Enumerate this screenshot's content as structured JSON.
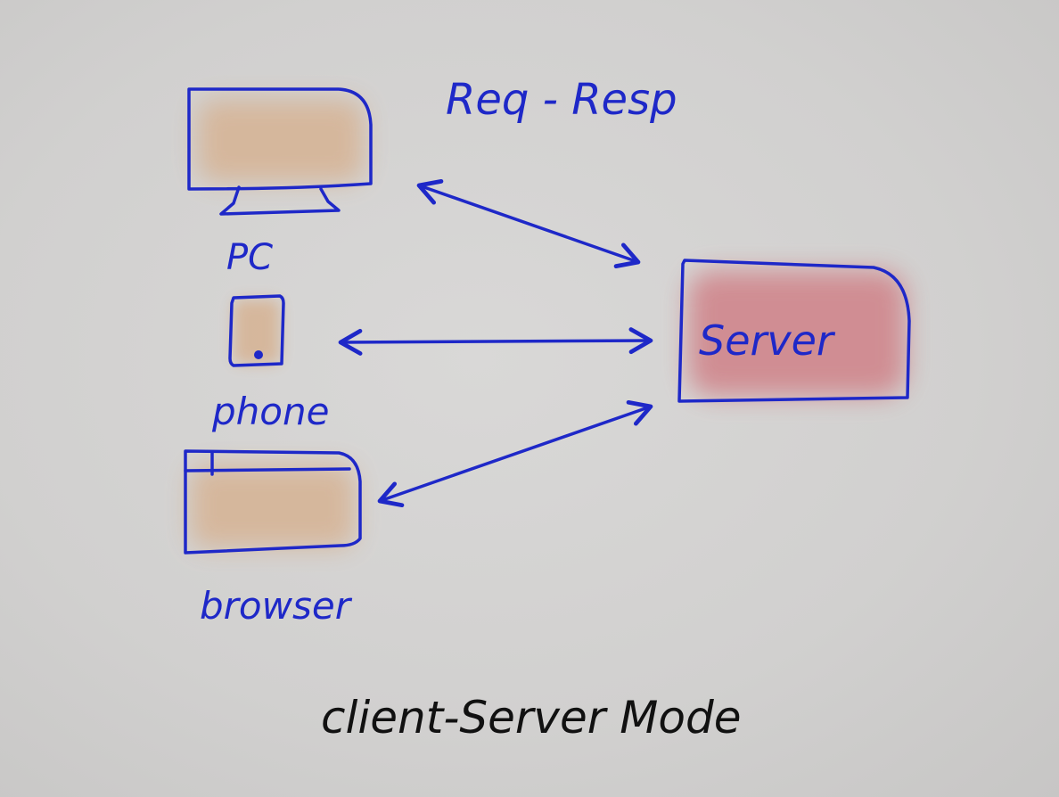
{
  "diagram": {
    "header_label": "Req - Resp",
    "caption": "client-Server Mode",
    "nodes": {
      "pc": {
        "label": "PC",
        "fill": "#d6b69a"
      },
      "phone": {
        "label": "phone",
        "fill": "#d6b69a"
      },
      "browser": {
        "label": "browser",
        "fill": "#d6b69a"
      },
      "server": {
        "label": "Server",
        "fill": "#d08a90"
      }
    },
    "colors": {
      "ink_blue": "#1e28c8",
      "ink_black": "#111111",
      "background": "#cfcecd"
    }
  }
}
